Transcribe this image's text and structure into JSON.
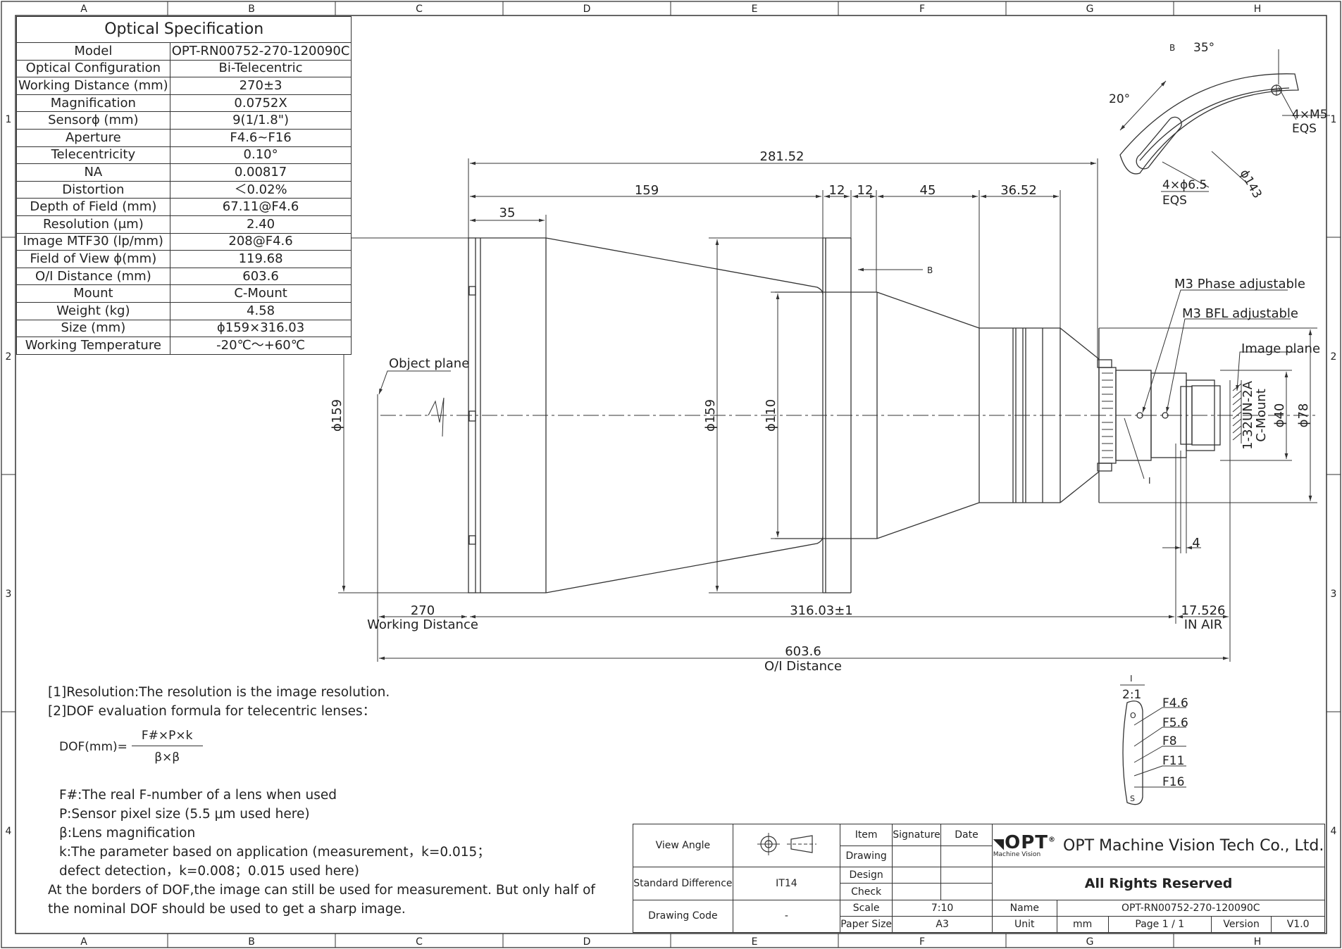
{
  "grid": {
    "cols": [
      "A",
      "B",
      "C",
      "D",
      "E",
      "F",
      "G",
      "H"
    ],
    "rows": [
      "1",
      "2",
      "3",
      "4"
    ]
  },
  "spec": {
    "title": "Optical Specification",
    "rows": [
      {
        "label": "Model",
        "value": "OPT-RN00752-270-120090C"
      },
      {
        "label": "Optical Configuration",
        "value": "Bi-Telecentric"
      },
      {
        "label": "Working Distance (mm)",
        "value": "270±3"
      },
      {
        "label": "Magnification",
        "value": "0.0752X"
      },
      {
        "label": "Sensorϕ (mm)",
        "value": "9(1/1.8\")"
      },
      {
        "label": "Aperture",
        "value": "F4.6~F16"
      },
      {
        "label": "Telecentricity",
        "value": "0.10°"
      },
      {
        "label": "NA",
        "value": "0.00817"
      },
      {
        "label": "Distortion",
        "value": "＜0.02%"
      },
      {
        "label": "Depth of Field (mm)",
        "value": "67.11@F4.6"
      },
      {
        "label": "Resolution (μm)",
        "value": "2.40"
      },
      {
        "label": "Image MTF30 (lp/mm)",
        "value": "208@F4.6"
      },
      {
        "label": "Field of View ϕ(mm)",
        "value": "119.68"
      },
      {
        "label": "O/I Distance (mm)",
        "value": "603.6"
      },
      {
        "label": "Mount",
        "value": "C-Mount"
      },
      {
        "label": "Weight (kg)",
        "value": "4.58"
      },
      {
        "label": "Size (mm)",
        "value": "ϕ159×316.03"
      },
      {
        "label": "Working Temperature",
        "value": "-20℃～+60℃"
      }
    ]
  },
  "dims": {
    "overall": "281.52",
    "d159": "159",
    "d35": "35",
    "d12a": "12",
    "d12b": "12",
    "d45": "45",
    "d3652": "36.52",
    "wd": "270",
    "wd_label": "Working Distance",
    "length": "316.03±1",
    "air": "17.526",
    "air_label": "IN AIR",
    "oi": "603.6",
    "oi_label": "O/I Distance",
    "dia159a": "ϕ159",
    "dia159b": "ϕ159",
    "dia110": "ϕ110",
    "dia40": "ϕ40",
    "dia78": "ϕ78",
    "d4": "4",
    "thread": "1-32UN-2A",
    "mount": "C-Mount"
  },
  "labels": {
    "object_plane": "Object plane",
    "image_plane": "Image plane",
    "phase": "M3 Phase adjustable",
    "bfl": "M3 BFL adjustable",
    "section_b": "B",
    "detail_i": "I"
  },
  "detail_b": {
    "label": "B",
    "angle35": "35°",
    "angle20": "20°",
    "screw": "4×M5",
    "screw_eqs": "EQS",
    "hole": "4×ϕ6.5",
    "hole_eqs": "EQS",
    "dia": "ϕ143"
  },
  "detail_i": {
    "label": "I",
    "scale": "2:1",
    "stops": [
      "F4.6",
      "F5.6",
      "F8",
      "F11",
      "F16"
    ],
    "o_mark": "O",
    "s_mark": "S"
  },
  "notes": {
    "line1": "[1]Resolution:The resolution is  the image resolution.",
    "line2": "[2]DOF evaluation formula for telecentric lenses：",
    "formula_lhs": "DOF(mm)=",
    "formula_num": "F#×P×k",
    "formula_den": "β×β",
    "f": "F#:The real F-number of a lens when used",
    "p": "P:Sensor pixel size (5.5 μm used here)",
    "b": "β:Lens magnification",
    "k1": "k:The parameter based on application (measurement，k=0.015；",
    "k2": "defect detection，k=0.008；0.015 used here)",
    "end1": "At the borders of DOF,the image can still be used for measurement. But only half of",
    "end2": "the nominal DOF should be used to get a sharp image."
  },
  "titleblock": {
    "view_angle": "View Angle",
    "std_diff": "Standard Difference",
    "std_val": "IT14",
    "code": "Drawing Code",
    "code_val": "-",
    "item": "Item",
    "signature": "Signature",
    "date": "Date",
    "drawing": "Drawing",
    "design": "Design",
    "check": "Check",
    "scale": "Scale",
    "scale_val": "7:10",
    "paper": "Paper Size",
    "paper_val": "A3",
    "logo": "OPT",
    "logo_sub": "Machine Vision",
    "company": "OPT Machine Vision Tech Co., Ltd.",
    "rights": "All Rights Reserved",
    "name": "Name",
    "name_val": "OPT-RN00752-270-120090C",
    "unit": "Unit",
    "unit_val": "mm",
    "page": "Page  1 / 1",
    "version": "Version",
    "version_val": "V1.0"
  }
}
